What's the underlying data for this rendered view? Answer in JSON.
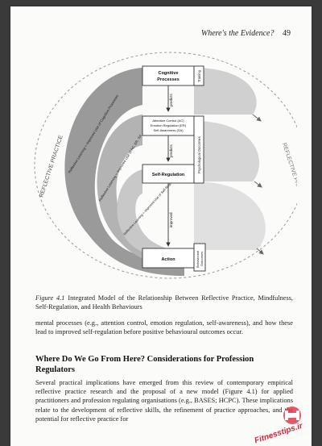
{
  "running_head": {
    "title": "Where's the Evidence?",
    "page_number": "49"
  },
  "figure": {
    "outer_label_left": "REFLECTIVE PRACTICE",
    "outer_label_right": "REFLECTIVE PRACTICE",
    "boxes": {
      "cognitive": [
        "Cognitive",
        "Processes"
      ],
      "mediators": [
        "Attention Control (AC)",
        "Emotion Regulation (ER)",
        "Self-Awareness (SA)"
      ],
      "self_regulation": "Self-Regulation",
      "action": "Action"
    },
    "side_labels": {
      "training": "Training",
      "psychological": "Psychological Outcomes",
      "behavioural": [
        "Behavioural",
        "Outcomes"
      ]
    },
    "arrow_labels": {
      "a1": "predicts",
      "a2": "predicts",
      "a3": "improved"
    },
    "arc_labels": [
      "Reflective Learning = Improved Use of Cognitive Processes",
      "Reflective Learning = Improved Use of AC, ER, SA",
      "Reflective Learning = Improved Use of Self-Regulation"
    ]
  },
  "caption": {
    "label": "Figure 4.1",
    "text": "Integrated Model of the Relationship Between Reflective Practice, Mindfulness, Self-Regulation, and Health Behaviours"
  },
  "paragraph_1": "mental processes (e.g., attention control, emotion regulation, self-awareness), and how these lead to improved self-regulation before positive behavioural outcomes occur.",
  "heading": "Where Do We Go From Here? Considerations for Profession Regulators",
  "paragraph_2": "Several practical implications have emerged from this review of contemporary empirical reflective practice research and the proposal of a new model (Figure 4.1) for applied practitioners and profession regulating organisations (e.g., BASES; HCPC). These implications relate to the development of reflective skills, the refinement of practice approaches, and the potential for reflective practice for",
  "watermark": {
    "text": "Fitnesstips.ir"
  }
}
